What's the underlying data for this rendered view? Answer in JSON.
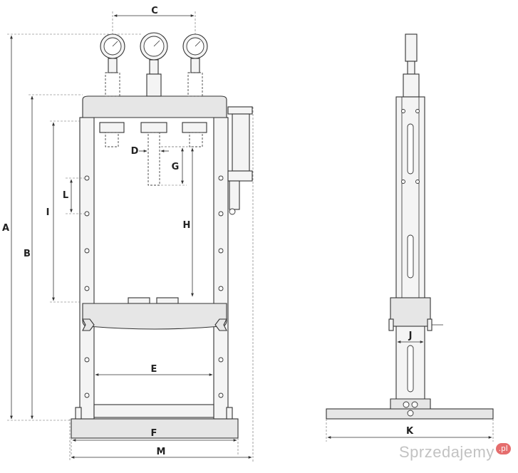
{
  "dimensions": {
    "a": "A",
    "b": "B",
    "c": "C",
    "d": "D",
    "e": "E",
    "f": "F",
    "g": "G",
    "h": "H",
    "i": "I",
    "j": "J",
    "k": "K",
    "l": "L",
    "m": "M"
  },
  "watermark": {
    "text": "Sprzedajemy",
    "badge": ".pl"
  }
}
